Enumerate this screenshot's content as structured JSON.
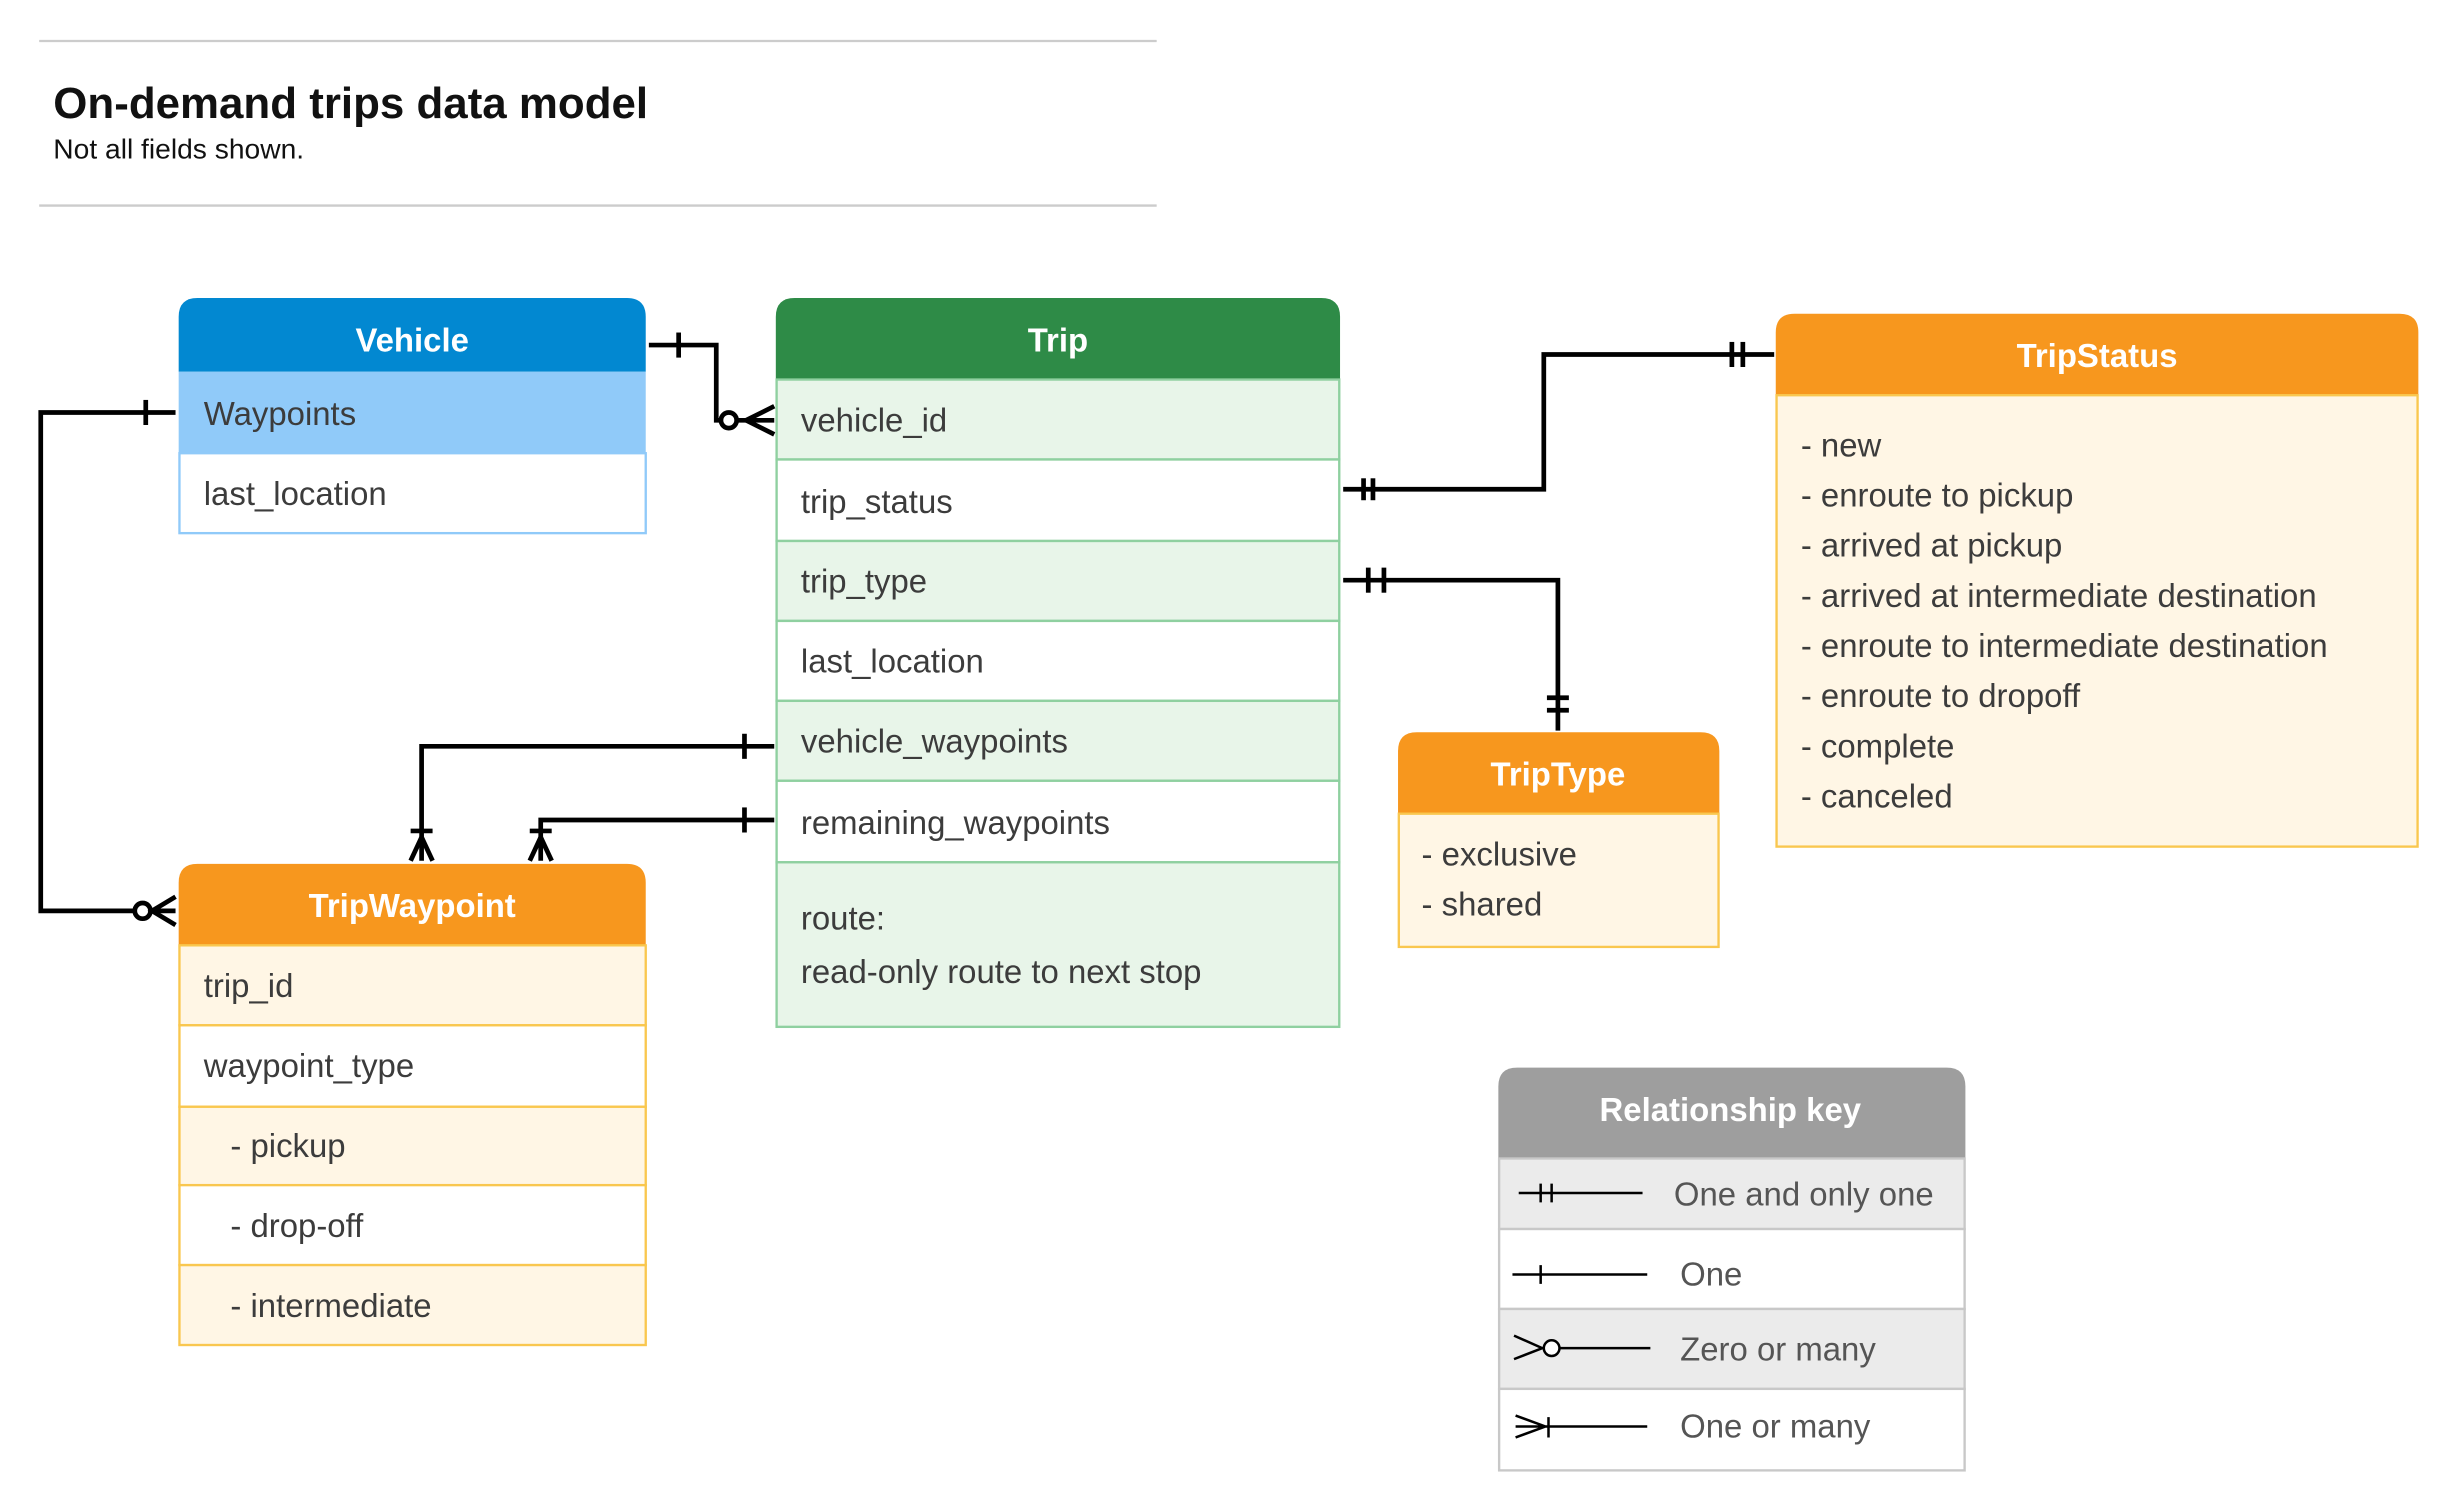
{
  "header": {
    "title": "On-demand trips data model",
    "subtitle": "Not all fields shown."
  },
  "colors": {
    "vehicle": "#0288D1",
    "vehicle_light": "#90CAF9",
    "trip": "#2E8B47",
    "trip_light": "#E8F5E9",
    "orange": "#F7971E",
    "orange_light": "#FFF6E5",
    "key": "#9E9E9E"
  },
  "vehicle": {
    "title": "Vehicle",
    "fields": [
      "Waypoints",
      "last_location"
    ]
  },
  "trip": {
    "title": "Trip",
    "fields": [
      "vehicle_id",
      "trip_status",
      "trip_type",
      "last_location",
      "vehicle_waypoints",
      "remaining_waypoints"
    ],
    "route_label": "route:",
    "route_desc": "read-only route to next stop"
  },
  "trip_status": {
    "title": "TripStatus",
    "values": [
      "- new",
      "- enroute to pickup",
      "- arrived at pickup",
      "- arrived at intermediate destination",
      "- enroute to intermediate destination",
      "- enroute to dropoff",
      "- complete",
      "- canceled"
    ]
  },
  "trip_type": {
    "title": "TripType",
    "values": [
      "- exclusive",
      "- shared"
    ]
  },
  "trip_waypoint": {
    "title": "TripWaypoint",
    "fields": [
      "trip_id",
      "waypoint_type",
      "- pickup",
      "- drop-off",
      "- intermediate"
    ]
  },
  "key": {
    "title": "Relationship key",
    "items": [
      {
        "icon": "one-and-only-one-icon",
        "label": "One and only one"
      },
      {
        "icon": "one-icon",
        "label": "One"
      },
      {
        "icon": "zero-or-many-icon",
        "label": "Zero or many"
      },
      {
        "icon": "one-or-many-icon",
        "label": "One or many"
      }
    ]
  }
}
